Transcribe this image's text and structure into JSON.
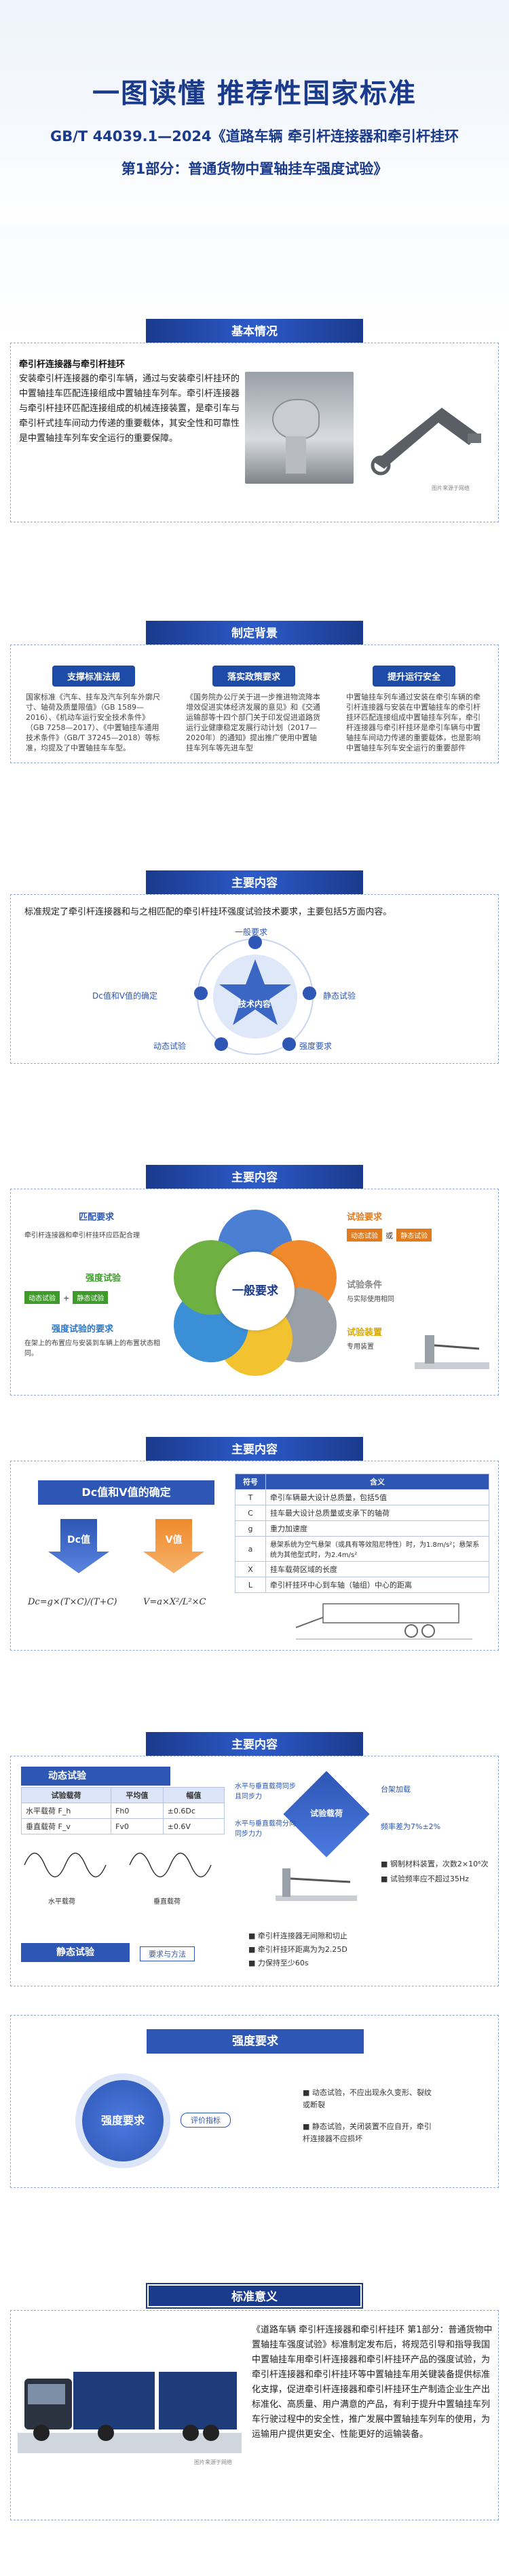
{
  "hero": {
    "title": "一图读懂  推荐性国家标准",
    "subtitle": "GB/T 44039.1—2024《道路车辆 牵引杆连接器和牵引杆挂环",
    "subtitle2": "第1部分：普通货物中置轴挂车强度试验》"
  },
  "s1": {
    "title": "基本情况",
    "heading": "牵引杆连接器与牵引杆挂环",
    "text": "安装牵引杆连接器的牵引车辆，通过与安装牵引杆挂环的中置轴挂车匹配连接组成中置轴挂车列车。牵引杆连接器与牵引杆挂环匹配连接组成的机械连接装置，是牵引车与牵引杆式挂车间动力传递的重要载体，其安全性和可靠性是中置轴挂车列车安全运行的重要保障。",
    "fig_caption": "图片来源于网络"
  },
  "s2": {
    "title": "制定背景",
    "cols": [
      {
        "head": "支撑标准法规",
        "text": "国家标准《汽车、挂车及汽车列车外廓尺寸、轴荷及质量限值》（GB 1589—2016）、《机动车运行安全技术条件》（GB 7258—2017）、《中置轴挂车通用技术条件》（GB/T 37245—2018）等标准，均提及了中置轴挂车车型。"
      },
      {
        "head": "落实政策要求",
        "text": "《国务院办公厅关于进一步推进物流降本增效促进实体经济发展的意见》和《交通运输部等十四个部门关于印发促进道路货运行业健康稳定发展行动计划（2017—2020年）的通知》提出推广使用中置轴挂车列车等先进车型"
      },
      {
        "head": "提升运行安全",
        "text": "中置轴挂车列车通过安装在牵引车辆的牵引杆连接器与安装在中置轴挂车的牵引杆挂环匹配连接组成中置轴挂车列车，牵引杆连接器与牵引杆挂环是牵引车辆与中置轴挂车间动力传递的重要载体，也是影响中置轴挂车列车安全运行的重要部件"
      }
    ]
  },
  "s3": {
    "title": "主要内容",
    "intro": "标准规定了牵引杆连接器和与之相匹配的牵引杆挂环强度试验技术要求，主要包括5方面内容。",
    "center": "技术内容",
    "items": [
      "一般要求",
      "静态试验",
      "强度要求",
      "动态试验",
      "Dc值和V值的确定"
    ]
  },
  "s4": {
    "title": "主要内容",
    "center": "一般要求",
    "left": [
      {
        "head": "匹配要求",
        "text": "牵引杆连接器和牵引杆挂环应匹配合理"
      },
      {
        "head": "强度试验",
        "text": "",
        "tags": [
          "动态试验",
          "静态试验"
        ]
      },
      {
        "head": "强度试验的要求",
        "text": "在架上的布置应与安装到车辆上的布置状态相同。"
      }
    ],
    "right": [
      {
        "head": "试验要求",
        "tags": [
          "动态试验",
          "静态试验"
        ]
      },
      {
        "head": "试验条件",
        "text": "与实际使用相同"
      },
      {
        "head": "试验装置",
        "text": "专用装置"
      }
    ]
  },
  "s5": {
    "title": "主要内容",
    "panel_title": "Dc值和V值的确定",
    "dc_label": "Dc值",
    "v_label": "V值",
    "dc_formula": "Dc=g×(T×C)/(T+C)",
    "v_formula": "V=a×X²/L²×C",
    "table": {
      "headers": [
        "符号",
        "含义"
      ],
      "rows": [
        [
          "T",
          "牵引车辆最大设计总质量，包括5值"
        ],
        [
          "C",
          "挂车最大设计总质量或支承下的轴荷"
        ],
        [
          "g",
          "重力加速度"
        ],
        [
          "a",
          "悬架系统为空气悬架（或具有等效阻尼特性）时，为1.8m/s²；悬架系统为其他型式时，为2.4m/s²"
        ],
        [
          "X",
          "挂车载荷区域的长度"
        ],
        [
          "L",
          "牵引杆挂环中心到车轴（轴组）中心的距离"
        ]
      ]
    }
  },
  "s6": {
    "title": "主要内容",
    "dyn_title": "动态试验",
    "table": {
      "headers": [
        "试验载荷",
        "平均值",
        "幅值"
      ],
      "rows": [
        [
          "水平载荷 F_h",
          "Fh0",
          "±0.6Dc"
        ],
        [
          "垂直载荷 F_v",
          "Fv0",
          "±0.6V"
        ]
      ]
    },
    "center": "试验载荷",
    "labels": [
      "水平与垂直载荷同步且同步力",
      "水平与垂直载荷分向同步力力",
      "台架加载",
      "频率差为7%±2%"
    ],
    "notes": [
      "钢制材料装置，次数2×10⁶次",
      "试验频率应不超过35Hz"
    ],
    "captions": [
      "水平载荷",
      "垂直载荷"
    ],
    "static_title": "静态试验",
    "static_sub": "要求与方法",
    "static_items": [
      "牵引杆连接器无间隙和切止",
      "牵引杆挂环距离为为2.25D",
      "力保持至少60s"
    ]
  },
  "s7": {
    "title": "强度要求",
    "center": "强度要求",
    "link": "评价指标",
    "items": [
      "动态试验，不应出现永久变形、裂纹或断裂",
      "静态试验，关闭装置不应自开，牵引杆连接器不应损坏"
    ]
  },
  "s8": {
    "title": "标准意义",
    "text": "《道路车辆 牵引杆连接器和牵引杆挂环 第1部分：普通货物中置轴挂车强度试验》标准制定发布后，将规范引导和指导我国中置轴挂车用牵引杆连接器和牵引杆挂环产品的强度试验，为牵引杆连接器和牵引杆挂环等中置轴挂车用关键装备提供标准化支撑，促进牵引杆连接器和牵引杆挂环生产制造企业生产出标准化、高质量、用户满意的产品，有利于提升中置轴挂车列车行驶过程中的安全性，推广发展中置轴挂车列车的使用，为运输用户提供更安全、性能更好的运输装备。",
    "fig_caption": "图片来源于网络"
  }
}
